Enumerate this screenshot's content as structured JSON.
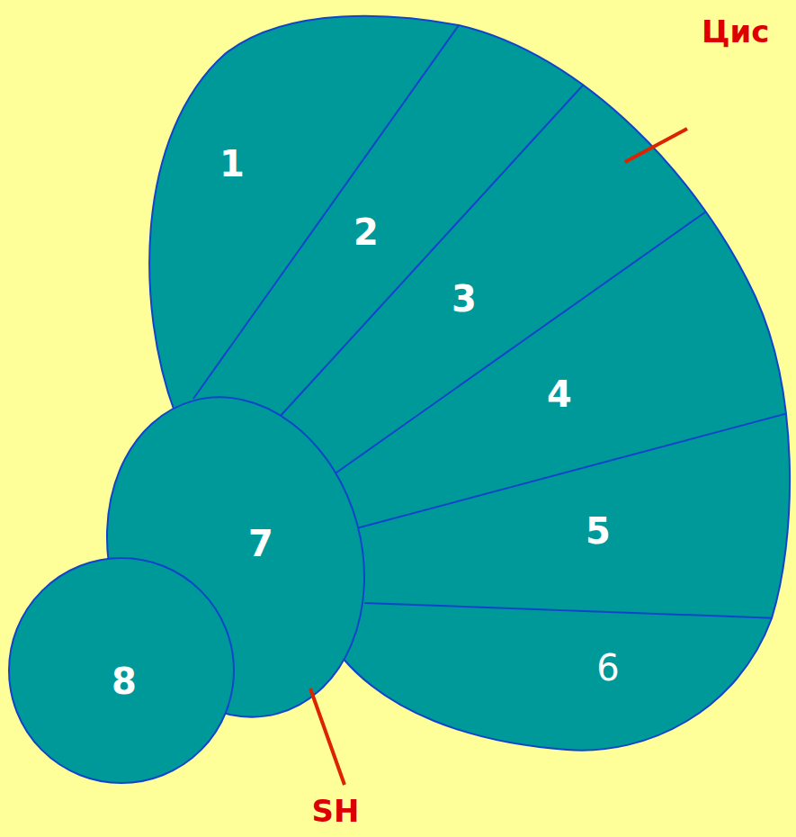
{
  "diagram": {
    "nodes": [
      {
        "text": [
          "1"
        ]
      },
      {
        "text": [
          "2"
        ]
      },
      {
        "text": [
          "3"
        ]
      },
      {
        "text": [
          "4"
        ]
      },
      {
        "text": [
          "5"
        ]
      },
      {
        "text": [
          "6"
        ]
      },
      {
        "text": [
          "7"
        ]
      },
      {
        "text": [
          "8"
        ]
      }
    ],
    "labels": [
      "Цис",
      "SH"
    ]
  }
}
